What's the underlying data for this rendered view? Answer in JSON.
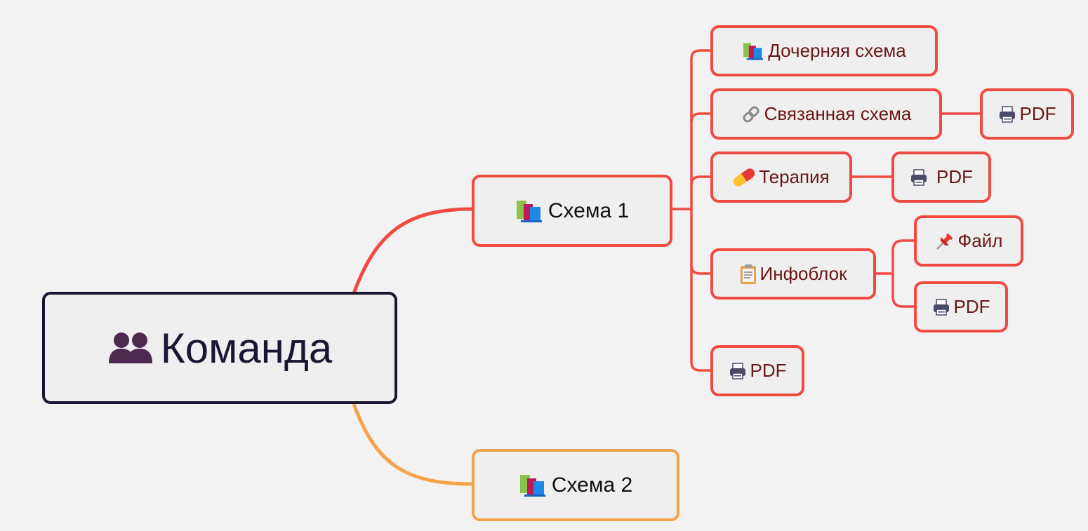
{
  "map": {
    "root": {
      "label": "Команда",
      "icon": "people-icon"
    },
    "main_branches": [
      {
        "label": "Схема 1",
        "icon": "books-icon",
        "color": "#f14b41"
      },
      {
        "label": "Схема 2",
        "icon": "books-icon",
        "color": "#f6a24a"
      }
    ],
    "children": [
      {
        "label": "Дочерняя схема",
        "icon": "books-icon"
      },
      {
        "label": "Связанная схема",
        "icon": "link-icon"
      },
      {
        "label": "Терапия",
        "icon": "pill-icon"
      },
      {
        "label": "Инфоблок",
        "icon": "clipboard-icon"
      },
      {
        "label": "PDF",
        "icon": "printer-icon"
      }
    ],
    "grandchildren": [
      {
        "label": "PDF",
        "icon": "printer-icon"
      },
      {
        "label": "PDF",
        "icon": "printer-icon"
      },
      {
        "label": "Файл",
        "icon": "pushpin-icon"
      },
      {
        "label": "PDF",
        "icon": "printer-icon"
      }
    ],
    "colors": {
      "background": "#f2f2f2",
      "node_fill": "#efefef",
      "root_border": "#181630",
      "branch_red": "#f14b41",
      "branch_orange": "#f6a24a",
      "child_text": "#6b1717"
    }
  }
}
